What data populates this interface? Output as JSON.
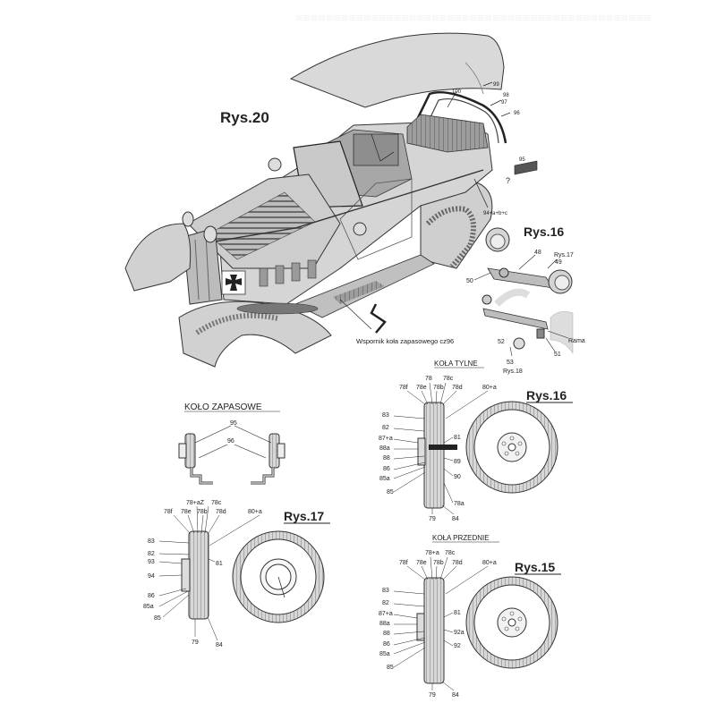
{
  "figures": {
    "rys20": "Rys.20",
    "rys16_top": "Rys.16",
    "rys16_mid": "Rys.16",
    "rys17": "Rys.17",
    "rys15": "Rys.15"
  },
  "sections": {
    "spare_wheel": "KOŁO ZAPASOWE",
    "rear_wheels": "KOŁA TYLNE",
    "front_wheels": "KOŁA PRZEDNIE"
  },
  "car_labels": {
    "l99": "99",
    "l100": "100",
    "l98": "98",
    "l97": "97",
    "l96": "96",
    "l95": "95",
    "l94": "94+a+b+c",
    "callout": "Wspornik koła zapasowego cz96"
  },
  "lamp_labels": {
    "l48": "48",
    "l50": "50",
    "rys17": "Rys.17",
    "l49": "49",
    "l52": "52",
    "l53": "53",
    "rys18": "Rys.18",
    "l51": "51",
    "rama": "Rama"
  },
  "spare_labels": {
    "l95": "95",
    "l96": "96"
  },
  "rear_wheel_labels": {
    "p78f": "78f",
    "p78e": "78e",
    "p78": "78",
    "p78b": "78b",
    "p78c": "78c",
    "p78d": "78d",
    "p80a": "80+a",
    "p83": "83",
    "p82": "82",
    "p87a": "87+a",
    "p88a": "88a",
    "p88": "88",
    "p86": "86",
    "p85a": "85a",
    "p85": "85",
    "p81": "81",
    "p89": "89",
    "p90": "90",
    "p78a": "78a",
    "p79": "79",
    "p84": "84"
  },
  "rys17_wheel_labels": {
    "p78aZ": "78+aZ",
    "p78c": "78c",
    "p78f": "78f",
    "p78e": "78e",
    "p78b": "78b",
    "p78d": "78d",
    "p80a": "80+a",
    "p83": "83",
    "p82": "82",
    "p93": "93",
    "p94": "94",
    "p81": "81",
    "p86": "86",
    "p85a": "85a",
    "p85": "85",
    "p79": "79",
    "p84": "84"
  },
  "front_wheel_labels": {
    "p78a": "78+a",
    "p78c": "78c",
    "p78f": "78f",
    "p78e": "78e",
    "p78b": "78b",
    "p78d": "78d",
    "p80a": "80+a",
    "p83": "83",
    "p82": "82",
    "p87a": "87+a",
    "p88a": "88a",
    "p88": "88",
    "p86": "86",
    "p85a": "85a",
    "p85": "85",
    "p81": "81",
    "p92a": "92a",
    "p92": "92",
    "p79": "79",
    "p84": "84"
  }
}
